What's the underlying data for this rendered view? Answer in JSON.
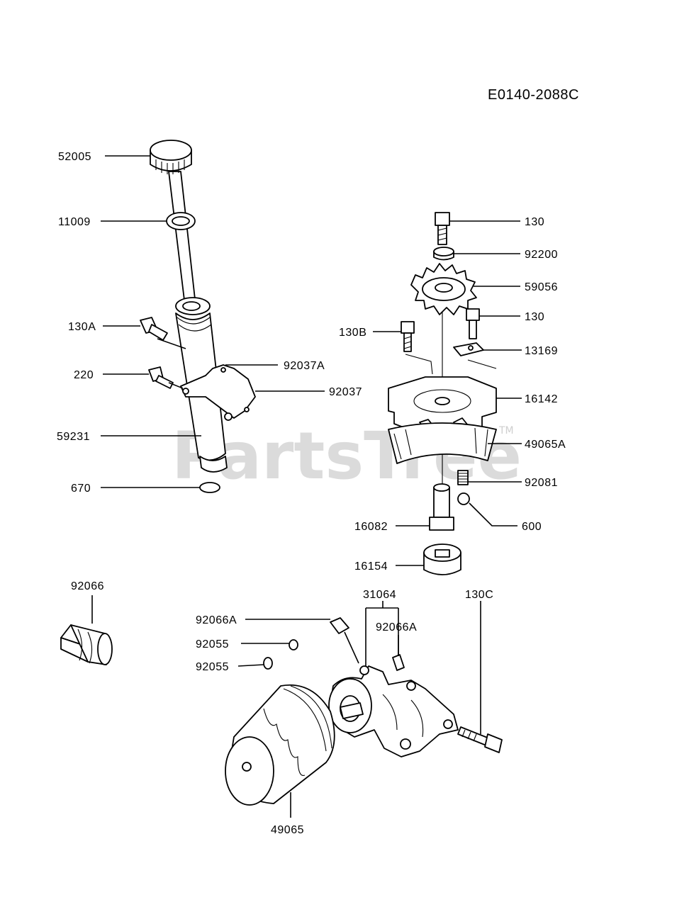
{
  "diagram_ref": "E0140-2088C",
  "watermark": "PartsTree",
  "trademark": "TM",
  "labels": {
    "p52005": "52005",
    "p11009": "11009",
    "p130A": "130A",
    "p220": "220",
    "p59231": "59231",
    "p670": "670",
    "p92037A": "92037A",
    "p92037": "92037",
    "p130_top": "130",
    "p92200": "92200",
    "p59056": "59056",
    "p130_mid": "130",
    "p130B": "130B",
    "p13169": "13169",
    "p16142": "16142",
    "p49065A": "49065A",
    "p92081": "92081",
    "p600": "600",
    "p16082": "16082",
    "p16154": "16154",
    "p92066": "92066",
    "p31064": "31064",
    "p130C": "130C",
    "p92066A_left": "92066A",
    "p92066A_right": "92066A",
    "p92055_a": "92055",
    "p92055_b": "92055",
    "p49065": "49065"
  }
}
